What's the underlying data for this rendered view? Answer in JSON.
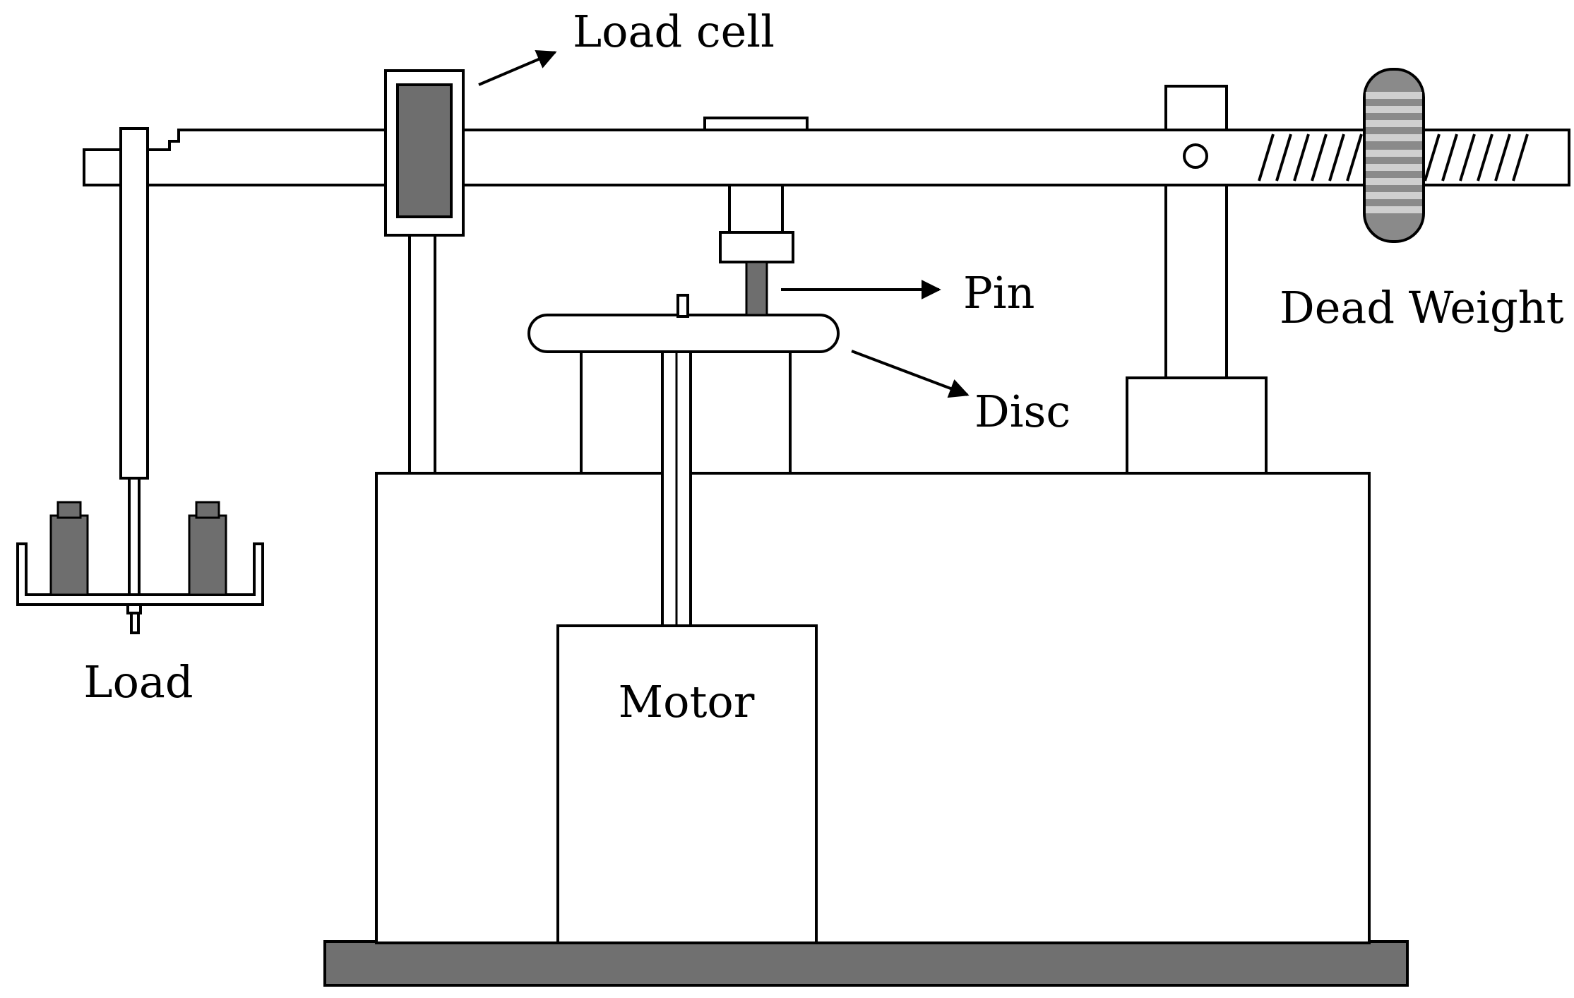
{
  "labels": {
    "load_cell": "Load cell",
    "pin": "Pin",
    "dead_weight": "Dead Weight",
    "disc": "Disc",
    "load": "Load",
    "motor": "Motor"
  },
  "colors": {
    "stroke": "#000000",
    "background": "#ffffff",
    "dark_fill": "#6e6e6e",
    "base_fill": "#707070",
    "weight_fill": "#8a8a8a",
    "weight_band": "#cfcfcf"
  }
}
